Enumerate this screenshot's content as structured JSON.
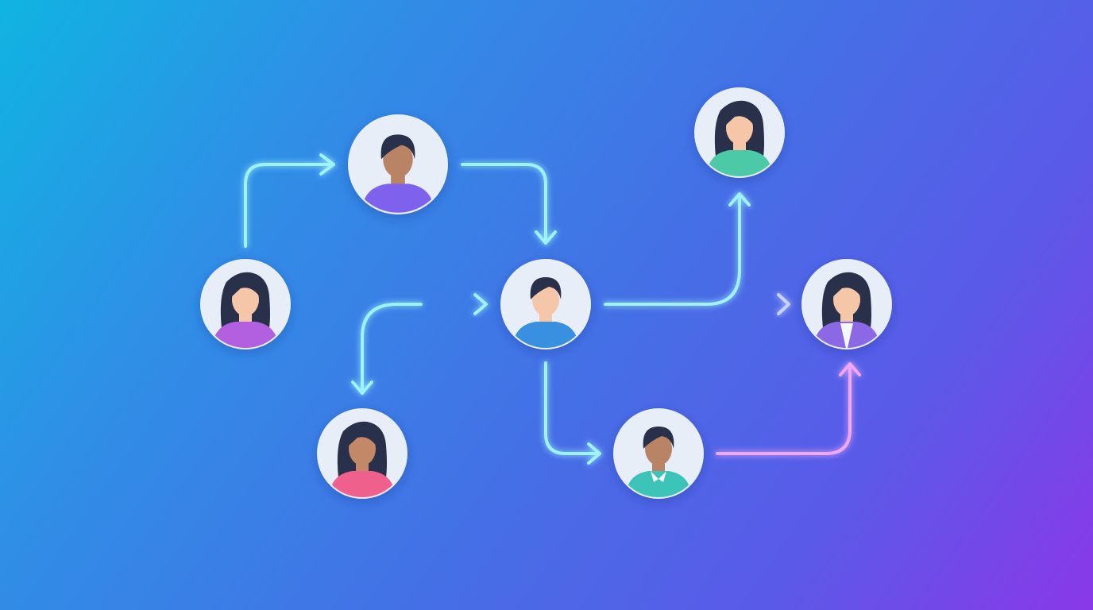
{
  "colors": {
    "background_start": "#10b4e2",
    "background_end": "#8a38e8",
    "arrow": "#9ff2ff",
    "arrow_pink": "#f0a8ff",
    "avatar_bg": "#e8eef8",
    "hair": "#28304a"
  },
  "nodes": [
    {
      "id": "a",
      "icon": "person-woman-icon",
      "skin": "#f6c6a8",
      "shirt": "#b260e0",
      "long_hair": true
    },
    {
      "id": "b",
      "icon": "person-man-icon",
      "skin": "#b98465",
      "shirt": "#7e62ee",
      "long_hair": false
    },
    {
      "id": "c",
      "icon": "person-man-icon",
      "skin": "#f6c6a8",
      "shirt": "#3a90e0",
      "long_hair": false
    },
    {
      "id": "d",
      "icon": "person-woman-icon",
      "skin": "#f6c6a8",
      "shirt": "#4ccaa8",
      "long_hair": true
    },
    {
      "id": "e",
      "icon": "person-woman-icon",
      "skin": "#f6c6a8",
      "shirt": "#8a68e6",
      "long_hair": true
    },
    {
      "id": "f",
      "icon": "person-woman-icon",
      "skin": "#c28868",
      "shirt": "#f0608c",
      "long_hair": true
    },
    {
      "id": "g",
      "icon": "person-man-icon",
      "skin": "#b98465",
      "shirt": "#3cc4b8",
      "long_hair": false
    }
  ],
  "edges": [
    {
      "from": "a",
      "to": "b"
    },
    {
      "from": "b",
      "to": "c"
    },
    {
      "from": "a",
      "to": "c"
    },
    {
      "from": "a",
      "to": "f"
    },
    {
      "from": "c",
      "to": "d"
    },
    {
      "from": "c",
      "to": "e"
    },
    {
      "from": "c",
      "to": "g"
    },
    {
      "from": "g",
      "to": "e"
    }
  ]
}
